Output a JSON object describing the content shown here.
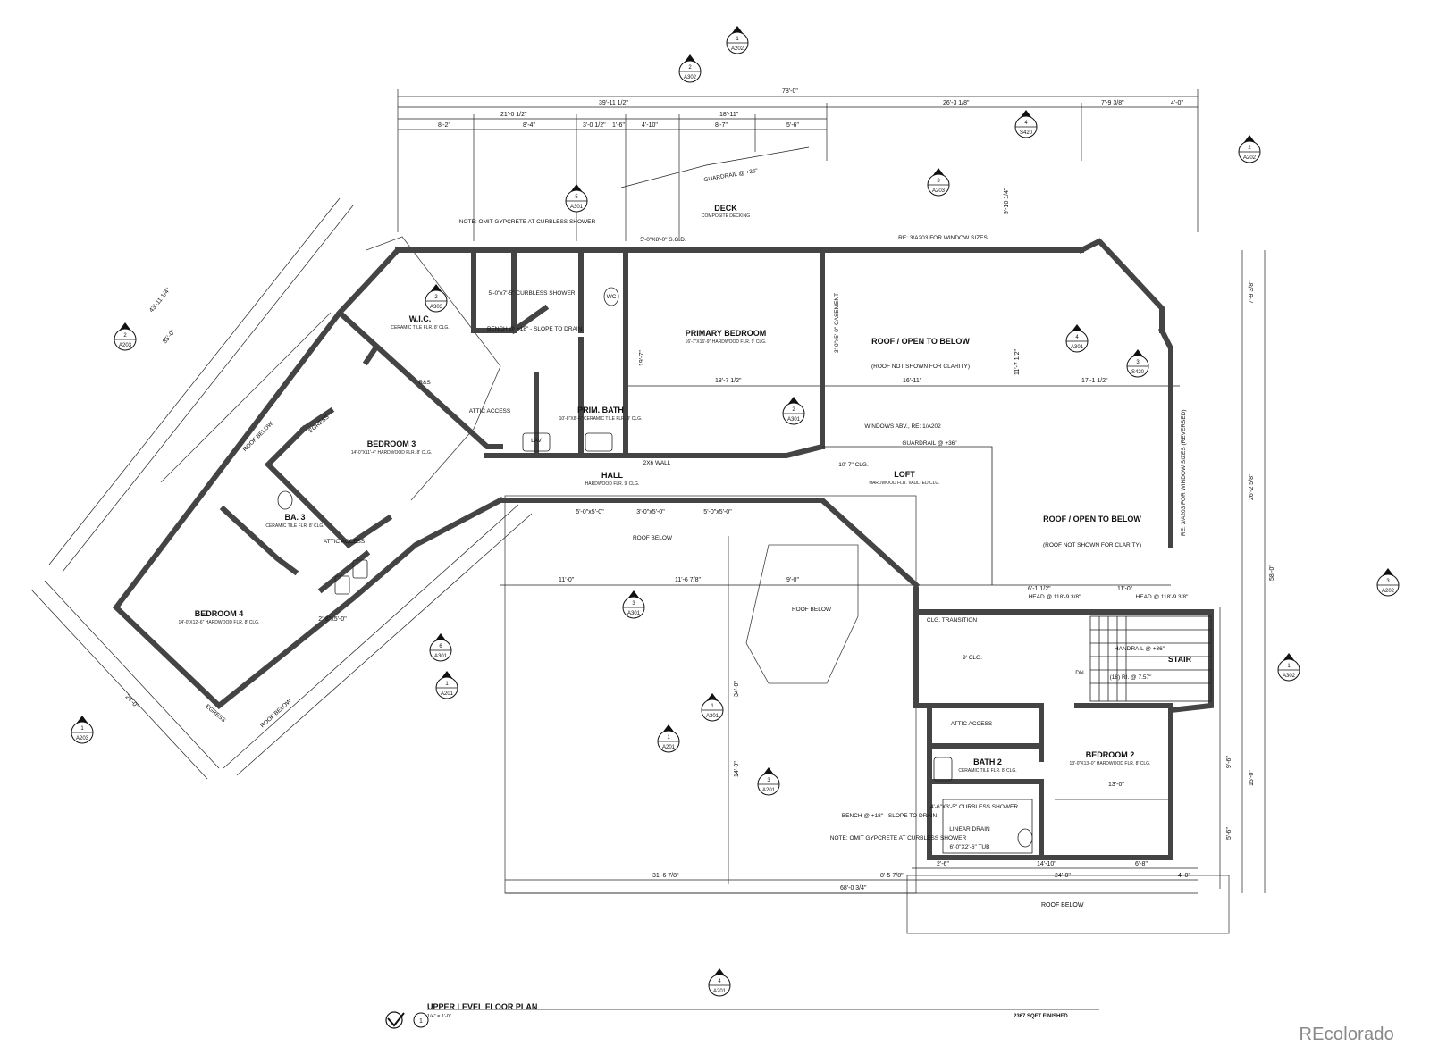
{
  "title": {
    "number": "1",
    "name": "UPPER LEVEL FLOOR PLAN",
    "scale": "1/4\" = 1'-0\"",
    "sqft": "2367 SQFT FINISHED"
  },
  "brand": "REcolorado",
  "rooms": {
    "primary_bedroom": {
      "name": "PRIMARY BEDROOM",
      "sub": "16'-7\"X16'-9\" HARDWOOD FLR. 9' CLG."
    },
    "wic": {
      "name": "W.I.C.",
      "sub": "CERAMIC TILE FLR. 8' CLG."
    },
    "prim_bath": {
      "name": "PRIM. BATH",
      "sub": "10'-8\"X8'-6\" CERAMIC TILE FLR. 9' CLG."
    },
    "bedroom3": {
      "name": "BEDROOM 3",
      "sub": "14'-0\"X11'-4\" HARDWOOD FLR. 8' CLG."
    },
    "ba3": {
      "name": "BA. 3",
      "sub": "CERAMIC TILE FLR. 8' CLG."
    },
    "bedroom4": {
      "name": "BEDROOM 4",
      "sub": "14'-0\"X12'-6\" HARDWOOD FLR. 8' CLG."
    },
    "hall": {
      "name": "HALL",
      "sub": "HARDWOOD FLR. 9' CLG."
    },
    "loft": {
      "name": "LOFT",
      "sub": "HARDWOOD FLR. VAULTED CLG."
    },
    "deck": {
      "name": "DECK",
      "sub": "COMPOSITE DECKING"
    },
    "roof1": {
      "name": "ROOF / OPEN TO BELOW",
      "sub": "(ROOF NOT SHOWN FOR CLARITY)"
    },
    "roof2": {
      "name": "ROOF / OPEN TO BELOW",
      "sub": "(ROOF NOT SHOWN FOR CLARITY)"
    },
    "stair": {
      "name": "STAIR",
      "sub": "(18) RI. @ 7.57\""
    },
    "bath2": {
      "name": "BATH 2",
      "sub": "CERAMIC TILE FLR. 8' CLG."
    },
    "bedroom2": {
      "name": "BEDROOM 2",
      "sub": "13'-0\"X13'-0\" HARDWOOD FLR. 8' CLG."
    }
  },
  "notes": {
    "omit1": "NOTE: OMIT GYPCRETE AT CURBLESS SHOWER",
    "omit2": "NOTE: OMIT GYPCRETE AT CURBLESS SHOWER",
    "bench1": "BENCH @ +18\" - SLOPE TO DRAIN",
    "bench2": "BENCH @ +18\" - SLOPE TO DRAIN",
    "curbless1": "5'-0\"x7'-5\" CURBLESS SHOWER",
    "curbless2": "4'-6\"X3'-5\" CURBLESS SHOWER",
    "linear": "LINEAR DRAIN",
    "tub2": "6'-0\"X2'-6\" TUB",
    "attic1": "ATTIC ACCESS",
    "attic2": "ATTIC ACCESS",
    "attic3": "ATTIC ACCESS",
    "guardrail1": "GUARDRAIL @ +36\"",
    "guardrail2": "GUARDRAIL @ +36\"",
    "handrail": "HANDRAIL @ +36\"",
    "windows_abv": "WINDOWS ABV., RE: 1/A202",
    "window_sizes": "RE: 3/A203 FOR WINDOW SIZES",
    "window_sizes2": "RE: 3/A203 FOR WINDOW SIZES (REVERSED)",
    "sgd": "5'-0\"X8'-0\" S.G.D.",
    "wall2x6": "2X6 WALL",
    "roof_below1": "ROOF BELOW",
    "roof_below2": "ROOF BELOW",
    "roof_below3": "ROOF BELOW",
    "roof_below4": "ROOF BELOW",
    "roof_below5": "ROOF BELOW",
    "clg_transition": "CLG. TRANSITION",
    "clg10": "10'-7\" CLG.",
    "clg9": "9' CLG.",
    "egress1": "EGRESS",
    "egress2": "EGRESS",
    "casement": "3'-0\"x5'-0\" CASEMENT",
    "rs": "R&S",
    "lav": "LAV",
    "wc": "WC",
    "head1": "HEAD @ 118'-9 3/8\"",
    "head2": "HEAD @ 118'-9 3/8\"",
    "dn": "DN"
  },
  "dims": {
    "overall": "78'-0\"",
    "d1": "39'-11 1/2\"",
    "d2": "26'-3 1/8\"",
    "d3": "7'-9 3/8\"",
    "d4": "4'-0\"",
    "d5": "21'-0 1/2\"",
    "d6": "18'-11\"",
    "d7": "8'-2\"",
    "d8": "8'-4\"",
    "d9": "3'-0 1/2\"",
    "d10": "1'-6\"",
    "d11": "4'-10\"",
    "d12": "8'-7\"",
    "d13": "5'-6\"",
    "d14": "18'-7 1/2\"",
    "d15": "16'-11\"",
    "d16": "17'-1 1/2\"",
    "d17": "11'-0\"",
    "d18": "11'-6 7/8\"",
    "d19": "9'-0\"",
    "d20": "6'-1 1/2\"",
    "d21": "31'-6 7/8\"",
    "d22": "8'-5 7/8\"",
    "d23": "24'-0\"",
    "d24": "68'-0 3/4\"",
    "d25": "14'-10\"",
    "d26": "6'-8\"",
    "d27": "2'-6\"",
    "d28": "58'-0\"",
    "d29": "26'-2 5/8\"",
    "d30": "34'-0\"",
    "d31": "14'-0\"",
    "d32": "13'-0\"",
    "d33": "9'-6\"",
    "d34": "15'-0\"",
    "d35": "5'-6\"",
    "d36": "43'-11 1/4\"",
    "d37": "35'-0\"",
    "d38": "24'-0\"",
    "d39": "5'-0\"x5'-0\"",
    "d40": "3'-0\"x5'-0\"",
    "d41": "2'-8\"x5'-0\"",
    "d42": "9'-10 1/4\"",
    "d43": "11'-7 1/2\"",
    "d44": "19'-7\""
  },
  "tags": [
    {
      "num": "1",
      "sheet": "A202"
    },
    {
      "num": "2",
      "sheet": "A302"
    },
    {
      "num": "4",
      "sheet": "S420"
    },
    {
      "num": "2",
      "sheet": "A202"
    },
    {
      "num": "3",
      "sheet": "A203"
    },
    {
      "num": "5",
      "sheet": "A301"
    },
    {
      "num": "2",
      "sheet": "A303"
    },
    {
      "num": "2",
      "sheet": "A203"
    },
    {
      "num": "4",
      "sheet": "A301"
    },
    {
      "num": "3",
      "sheet": "S420"
    },
    {
      "num": "2",
      "sheet": "A301"
    },
    {
      "num": "3",
      "sheet": "A202"
    },
    {
      "num": "3",
      "sheet": "A301"
    },
    {
      "num": "6",
      "sheet": "A301"
    },
    {
      "num": "1",
      "sheet": "A201"
    },
    {
      "num": "1",
      "sheet": "A203"
    },
    {
      "num": "1",
      "sheet": "A301"
    },
    {
      "num": "1",
      "sheet": "A201"
    },
    {
      "num": "3",
      "sheet": "A201"
    },
    {
      "num": "1",
      "sheet": "A302"
    },
    {
      "num": "4",
      "sheet": "A201"
    }
  ]
}
